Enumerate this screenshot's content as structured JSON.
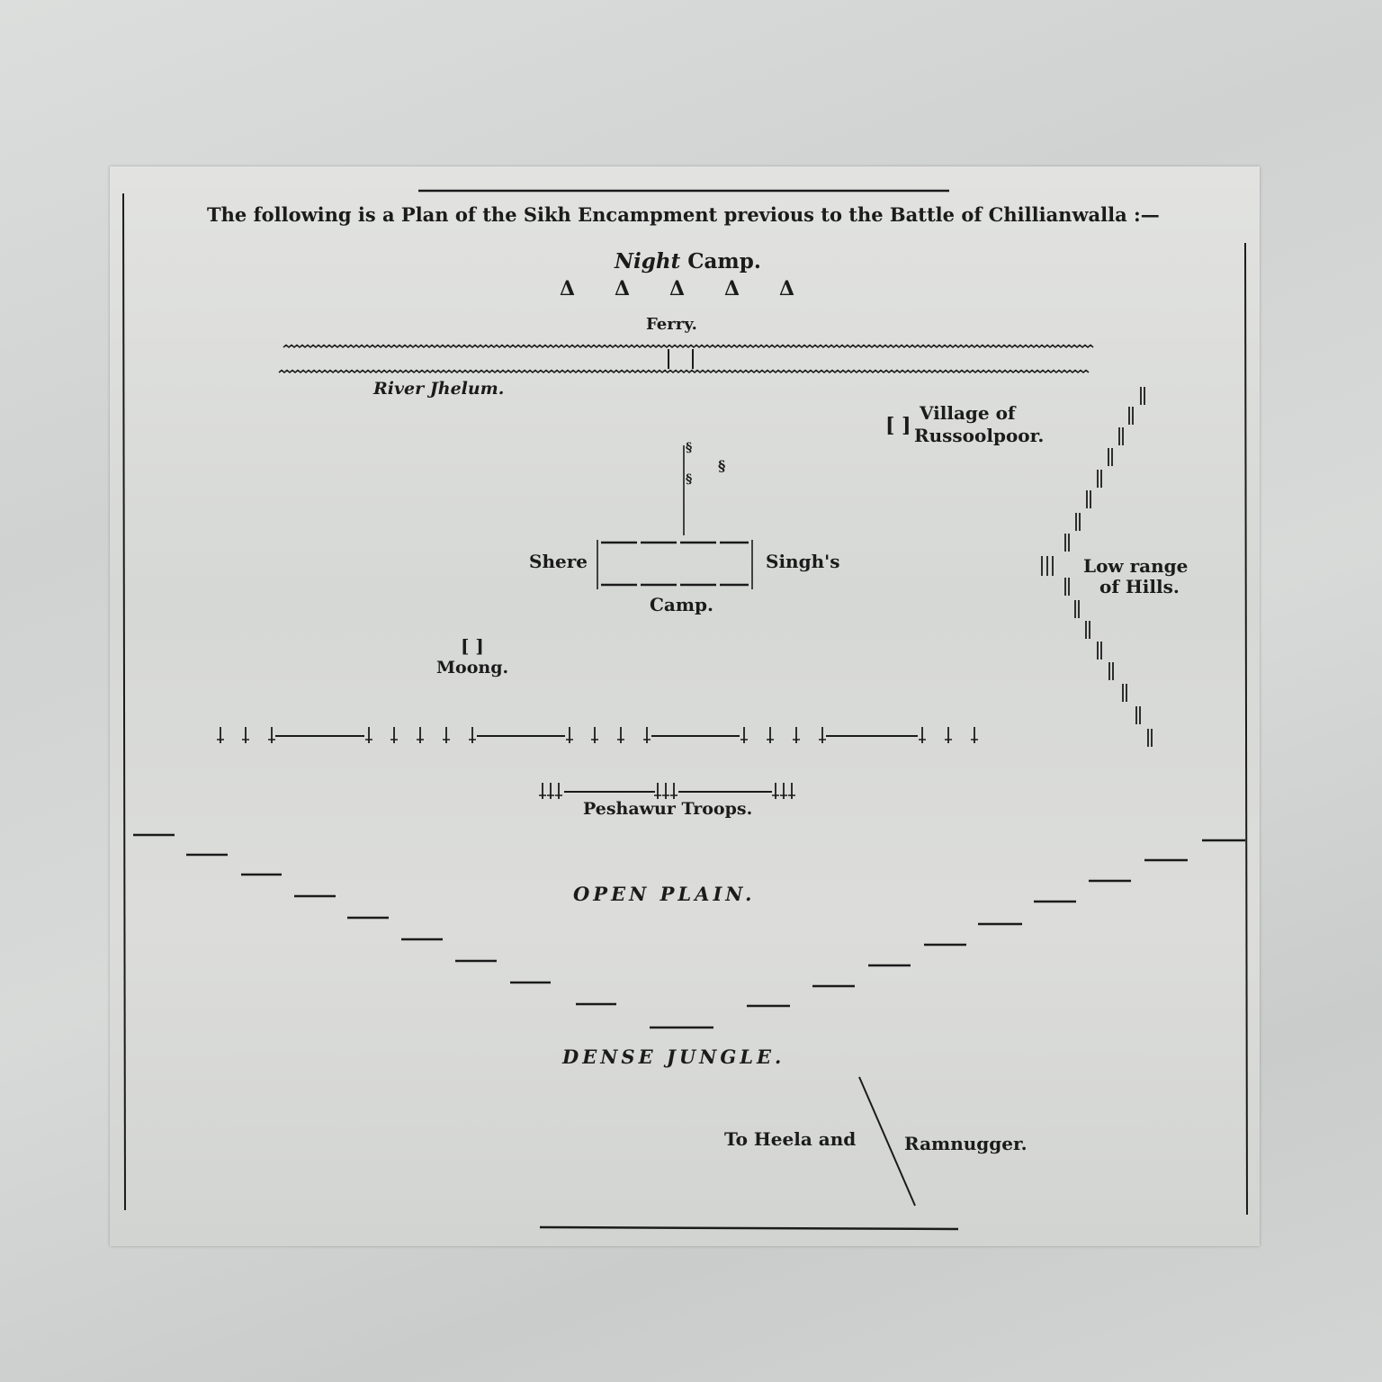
{
  "title": "The following is a Plan of the Sikh Encampment previous to the Battle of Chillianwalla :—",
  "labels": {
    "night_camp_italic": "Night",
    "night_camp_rest": "Camp.",
    "ferry": "Ferry.",
    "river": "River Jhelum.",
    "village_marker": "[ ]",
    "village_line1": "Village of",
    "village_line2": "Russoolpoor.",
    "camp_left": "Shere",
    "camp_right": "Singh's",
    "camp_below": "Camp.",
    "moong_marker": "[ ]",
    "moong": "Moong.",
    "hills_line1": "Low range",
    "hills_line2": "of Hills.",
    "peshawur": "Peshawur Troops.",
    "open_plain": "OPEN PLAIN.",
    "dense_jungle": "DENSE JUNGLE.",
    "road_left": "To Heela and",
    "road_right": "Ramnugger."
  },
  "symbols": {
    "tent": "Δ",
    "flag": "§",
    "troop": "†"
  },
  "colors": {
    "ink": "#1b1b1b",
    "paper": "#dcdddb"
  }
}
